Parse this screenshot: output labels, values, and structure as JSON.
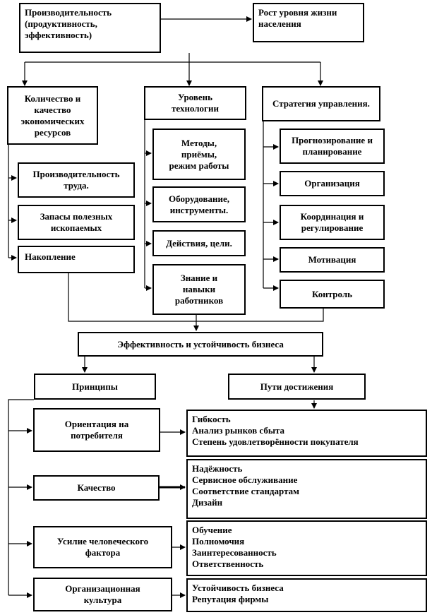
{
  "top": {
    "productivity": "Производительность\n(продуктивность,\nэффективность)",
    "living_standard": "Рост уровня жизни\nнаселения"
  },
  "columns": {
    "resources": {
      "title": "Количество и\nкачество\nэкономических\nресурсов",
      "items": [
        "Производительность\nтруда.",
        "Запасы полезных\nископаемых",
        "Накопление"
      ]
    },
    "technology": {
      "title": "Уровень\nтехнологии",
      "items": [
        "Методы,\nприёмы,\nрежим работы",
        "Оборудование,\nинструменты.",
        "Действия, цели.",
        "Знание и\nнавыки\nработников"
      ]
    },
    "strategy": {
      "title": "Стратегия управления.",
      "items": [
        "Прогнозирование и\nпланирование",
        "Организация",
        "Координация и\nрегулирование",
        "Мотивация",
        "Контроль"
      ]
    }
  },
  "center": "Эффективность и устойчивость бизнеса",
  "principles": {
    "title": "Принципы",
    "items": [
      "Ориентация на\nпотребителя",
      "Качество",
      "Усилие человеческого\nфактора",
      "Организационная\nкультура"
    ]
  },
  "ways": {
    "title": "Пути достижения",
    "groups": [
      [
        "Гибкость",
        "Анализ рынков сбыта",
        "Степень удовлетворённости покупателя"
      ],
      [
        "Надёжность",
        "Сервисное обслуживание",
        "Соответствие стандартам",
        "Дизайн"
      ],
      [
        "Обучение",
        "Полномочия",
        "Заинтересованность",
        "Ответственность"
      ],
      [
        "Устойчивость бизнеса",
        "Репутация фирмы"
      ]
    ]
  }
}
